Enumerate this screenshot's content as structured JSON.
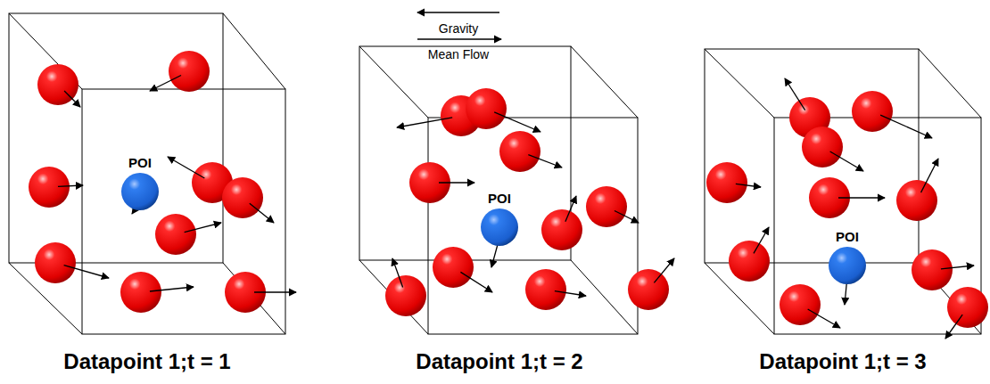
{
  "diagram": {
    "nodes": [
      {
        "text": [
          "POI"
        ]
      },
      {
        "text": [
          "POI"
        ]
      },
      {
        "text": [
          "POI"
        ]
      }
    ],
    "labels": [
      "Gravity",
      "Mean Flow",
      "Datapoint 1;t = 1",
      "Datapoint 1;t = 2",
      "Datapoint 1;t = 3"
    ]
  }
}
